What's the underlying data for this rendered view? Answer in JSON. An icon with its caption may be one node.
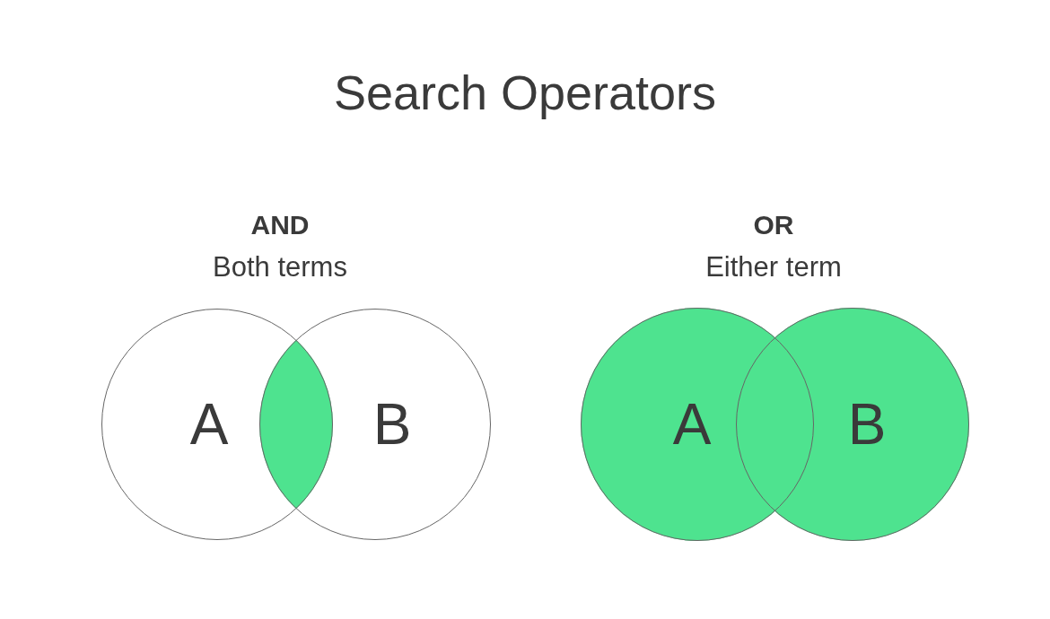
{
  "diagram": {
    "title": "Search Operators",
    "nodes": [
      {
        "text": [
          "A"
        ]
      },
      {
        "text": [
          "B"
        ]
      },
      {
        "text": [
          "A"
        ]
      },
      {
        "text": [
          "B"
        ]
      }
    ],
    "labels": [
      "AND",
      "Both terms",
      "OR",
      "Either term"
    ]
  }
}
